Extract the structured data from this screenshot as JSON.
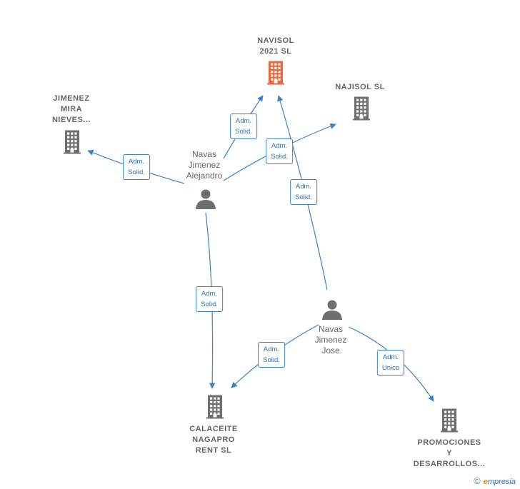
{
  "companies": [
    {
      "id": "navisol",
      "lines": [
        "NAVISOL",
        "2021  SL"
      ],
      "focus": true,
      "color": "#f0653c"
    },
    {
      "id": "najisol",
      "lines": [
        "NAJISOL  SL"
      ],
      "focus": false,
      "color": "#6e6e6e"
    },
    {
      "id": "jimenez",
      "lines": [
        "JIMENEZ",
        "MIRA",
        "NIEVES..."
      ],
      "focus": false,
      "color": "#6e6e6e"
    },
    {
      "id": "calaceite",
      "lines": [
        "CALACEITE",
        "NAGAPRO",
        "RENT SL"
      ],
      "focus": false,
      "color": "#6e6e6e"
    },
    {
      "id": "promociones",
      "lines": [
        "PROMOCIONES",
        "Y",
        "DESARROLLOS..."
      ],
      "focus": false,
      "color": "#6e6e6e"
    }
  ],
  "persons": [
    {
      "id": "alejandro",
      "lines": [
        "Navas",
        "Jimenez",
        "Alejandro"
      ],
      "color": "#6e6e6e"
    },
    {
      "id": "jose",
      "lines": [
        "Navas",
        "Jimenez",
        "Jose"
      ],
      "color": "#6e6e6e"
    }
  ],
  "edges": [
    {
      "id": "alejandro-navisol",
      "from": "alejandro",
      "to": "navisol",
      "role": [
        "Adm.",
        "Solid."
      ]
    },
    {
      "id": "alejandro-najisol",
      "from": "alejandro",
      "to": "najisol",
      "role": [
        "Adm.",
        "Solid."
      ]
    },
    {
      "id": "alejandro-jimenez",
      "from": "alejandro",
      "to": "jimenez",
      "role": [
        "Adm.",
        "Solid."
      ]
    },
    {
      "id": "alejandro-calaceite",
      "from": "alejandro",
      "to": "calaceite",
      "role": [
        "Adm.",
        "Solid."
      ]
    },
    {
      "id": "jose-navisol",
      "from": "jose",
      "to": "navisol",
      "role": [
        "Adm.",
        "Solid."
      ]
    },
    {
      "id": "jose-calaceite",
      "from": "jose",
      "to": "calaceite",
      "role": [
        "Adm.",
        "Solid."
      ]
    },
    {
      "id": "jose-promociones",
      "from": "jose",
      "to": "promociones",
      "role": [
        "Adm.",
        "Unico"
      ]
    }
  ],
  "colors": {
    "edge": "#3b82c4",
    "badge_text": "#2e6fb5"
  },
  "watermark": {
    "copyright": "©",
    "brand_initial": "e",
    "brand_rest": "mpresia"
  }
}
